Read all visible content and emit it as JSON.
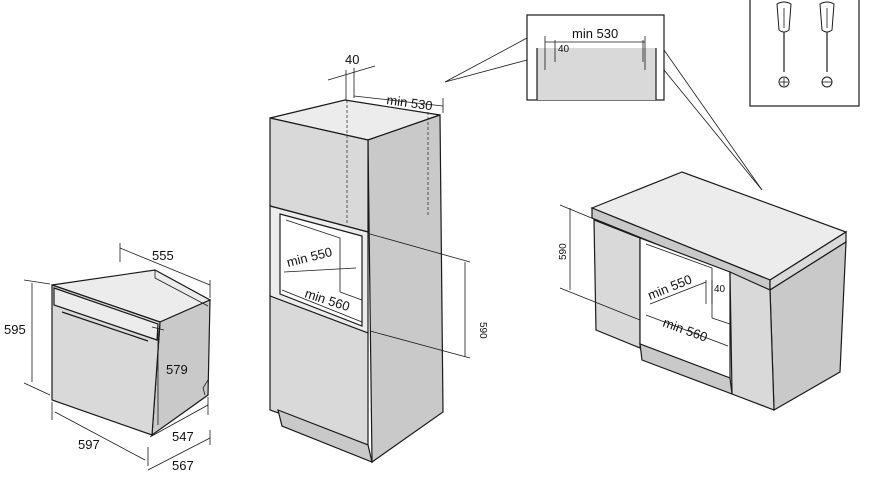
{
  "oven": {
    "depth_label": "555",
    "height_label": "595",
    "inner_height_label": "579",
    "width_label": "597",
    "depth_inner_label": "547",
    "depth_total_label": "567"
  },
  "tall_cabinet": {
    "gap_label": "40",
    "depth_label": "min 530",
    "inner_depth_label": "min 550",
    "inner_width_label": "min 560",
    "height_label": "590"
  },
  "detail_box": {
    "depth_label": "min 530",
    "gap_label": "40"
  },
  "under_counter": {
    "height_label": "590",
    "inner_depth_label": "min 550",
    "gap_label": "40",
    "inner_width_label": "min 560"
  },
  "tools": {
    "icons": [
      "phillips-screwdriver-icon",
      "flathead-screwdriver-icon"
    ]
  }
}
